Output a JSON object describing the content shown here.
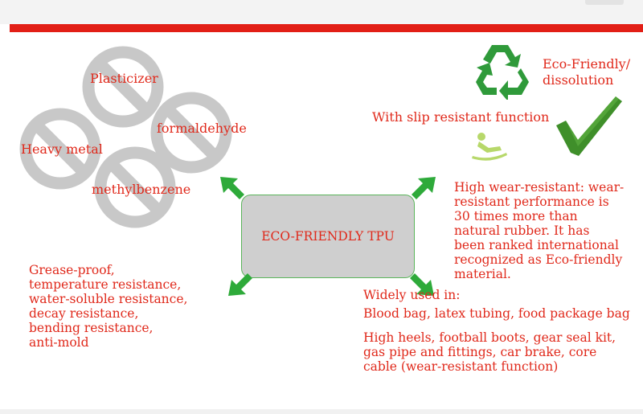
{
  "restricted_substances": [
    "Plasticizer",
    "formaldehyde",
    "Heavy metal",
    "methylbenzene"
  ],
  "center_label": "ECO-FRIENDLY TPU",
  "eco_label": [
    "Eco-Friendly/",
    "dissolution"
  ],
  "slip_label": "With slip resistant function",
  "wear_resistance": [
    "High wear-resistant: wear-",
    "resistant performance is",
    "30 times more than",
    "natural rubber.  It has",
    "been ranked international",
    "recognized as Eco-friendly",
    "material."
  ],
  "properties": [
    "Grease-proof,",
    "temperature resistance,",
    "water-soluble resistance,",
    "decay resistance,",
    "bending resistance,",
    "anti-mold"
  ],
  "usage": {
    "heading": "Widely used in:",
    "line1": "Blood bag, latex tubing, food package bag",
    "line2": [
      "High heels, football boots, gear seal kit,",
      "gas pipe and fittings, car brake, core",
      "cable (wear-resistant function)"
    ]
  },
  "colors": {
    "text_red": "#e0291b",
    "bar_red": "#e21f16",
    "arrow_green": "#2eaa3a",
    "recycle_green": "#2f9a3a",
    "check_green": "#3f8f2a",
    "ban_gray": "#c8c8c8",
    "box_gray": "#cfcfcf"
  },
  "icons": [
    "no-sign-icon",
    "recycle-icon",
    "checkmark-icon",
    "slip-person-icon",
    "arrow-icon"
  ]
}
